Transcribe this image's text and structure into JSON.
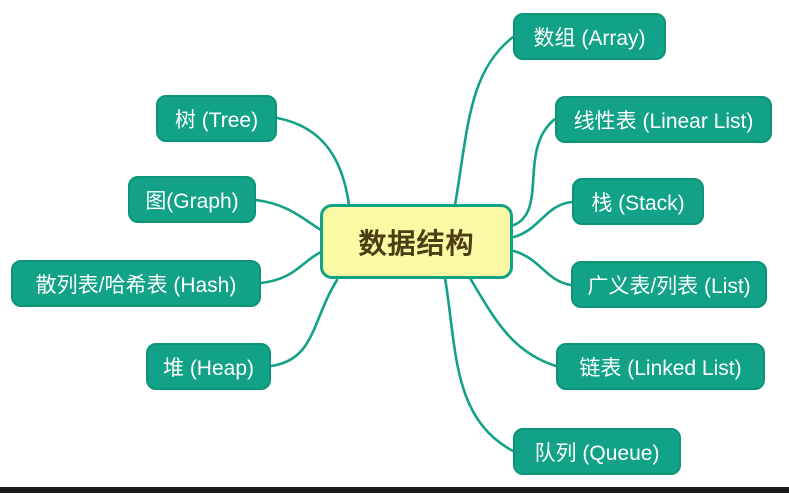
{
  "diagram": {
    "type": "mindmap",
    "center": {
      "label": "数据结构"
    },
    "branches": [
      {
        "id": "tree",
        "label": "树 (Tree)",
        "side": "left"
      },
      {
        "id": "graph",
        "label": "图(Graph)",
        "side": "left"
      },
      {
        "id": "hash",
        "label": "散列表/哈希表 (Hash)",
        "side": "left"
      },
      {
        "id": "heap",
        "label": "堆 (Heap)",
        "side": "left"
      },
      {
        "id": "array",
        "label": "数组 (Array)",
        "side": "right"
      },
      {
        "id": "linear-list",
        "label": "线性表 (Linear List)",
        "side": "right"
      },
      {
        "id": "stack",
        "label": "栈 (Stack)",
        "side": "right"
      },
      {
        "id": "list",
        "label": "广义表/列表 (List)",
        "side": "right"
      },
      {
        "id": "linked-list",
        "label": "链表 (Linked List)",
        "side": "right"
      },
      {
        "id": "queue",
        "label": "队列 (Queue)",
        "side": "right"
      }
    ],
    "colors": {
      "branch_fill": "#11A287",
      "branch_border": "#0B9478",
      "branch_text": "#FFFFFF",
      "center_fill": "#FBF9A3",
      "center_border": "#11A287",
      "center_text": "#4A3E12",
      "connector": "#11A287",
      "bottom_bar": "#1B1B1B",
      "background": "#FFFFFF"
    }
  }
}
